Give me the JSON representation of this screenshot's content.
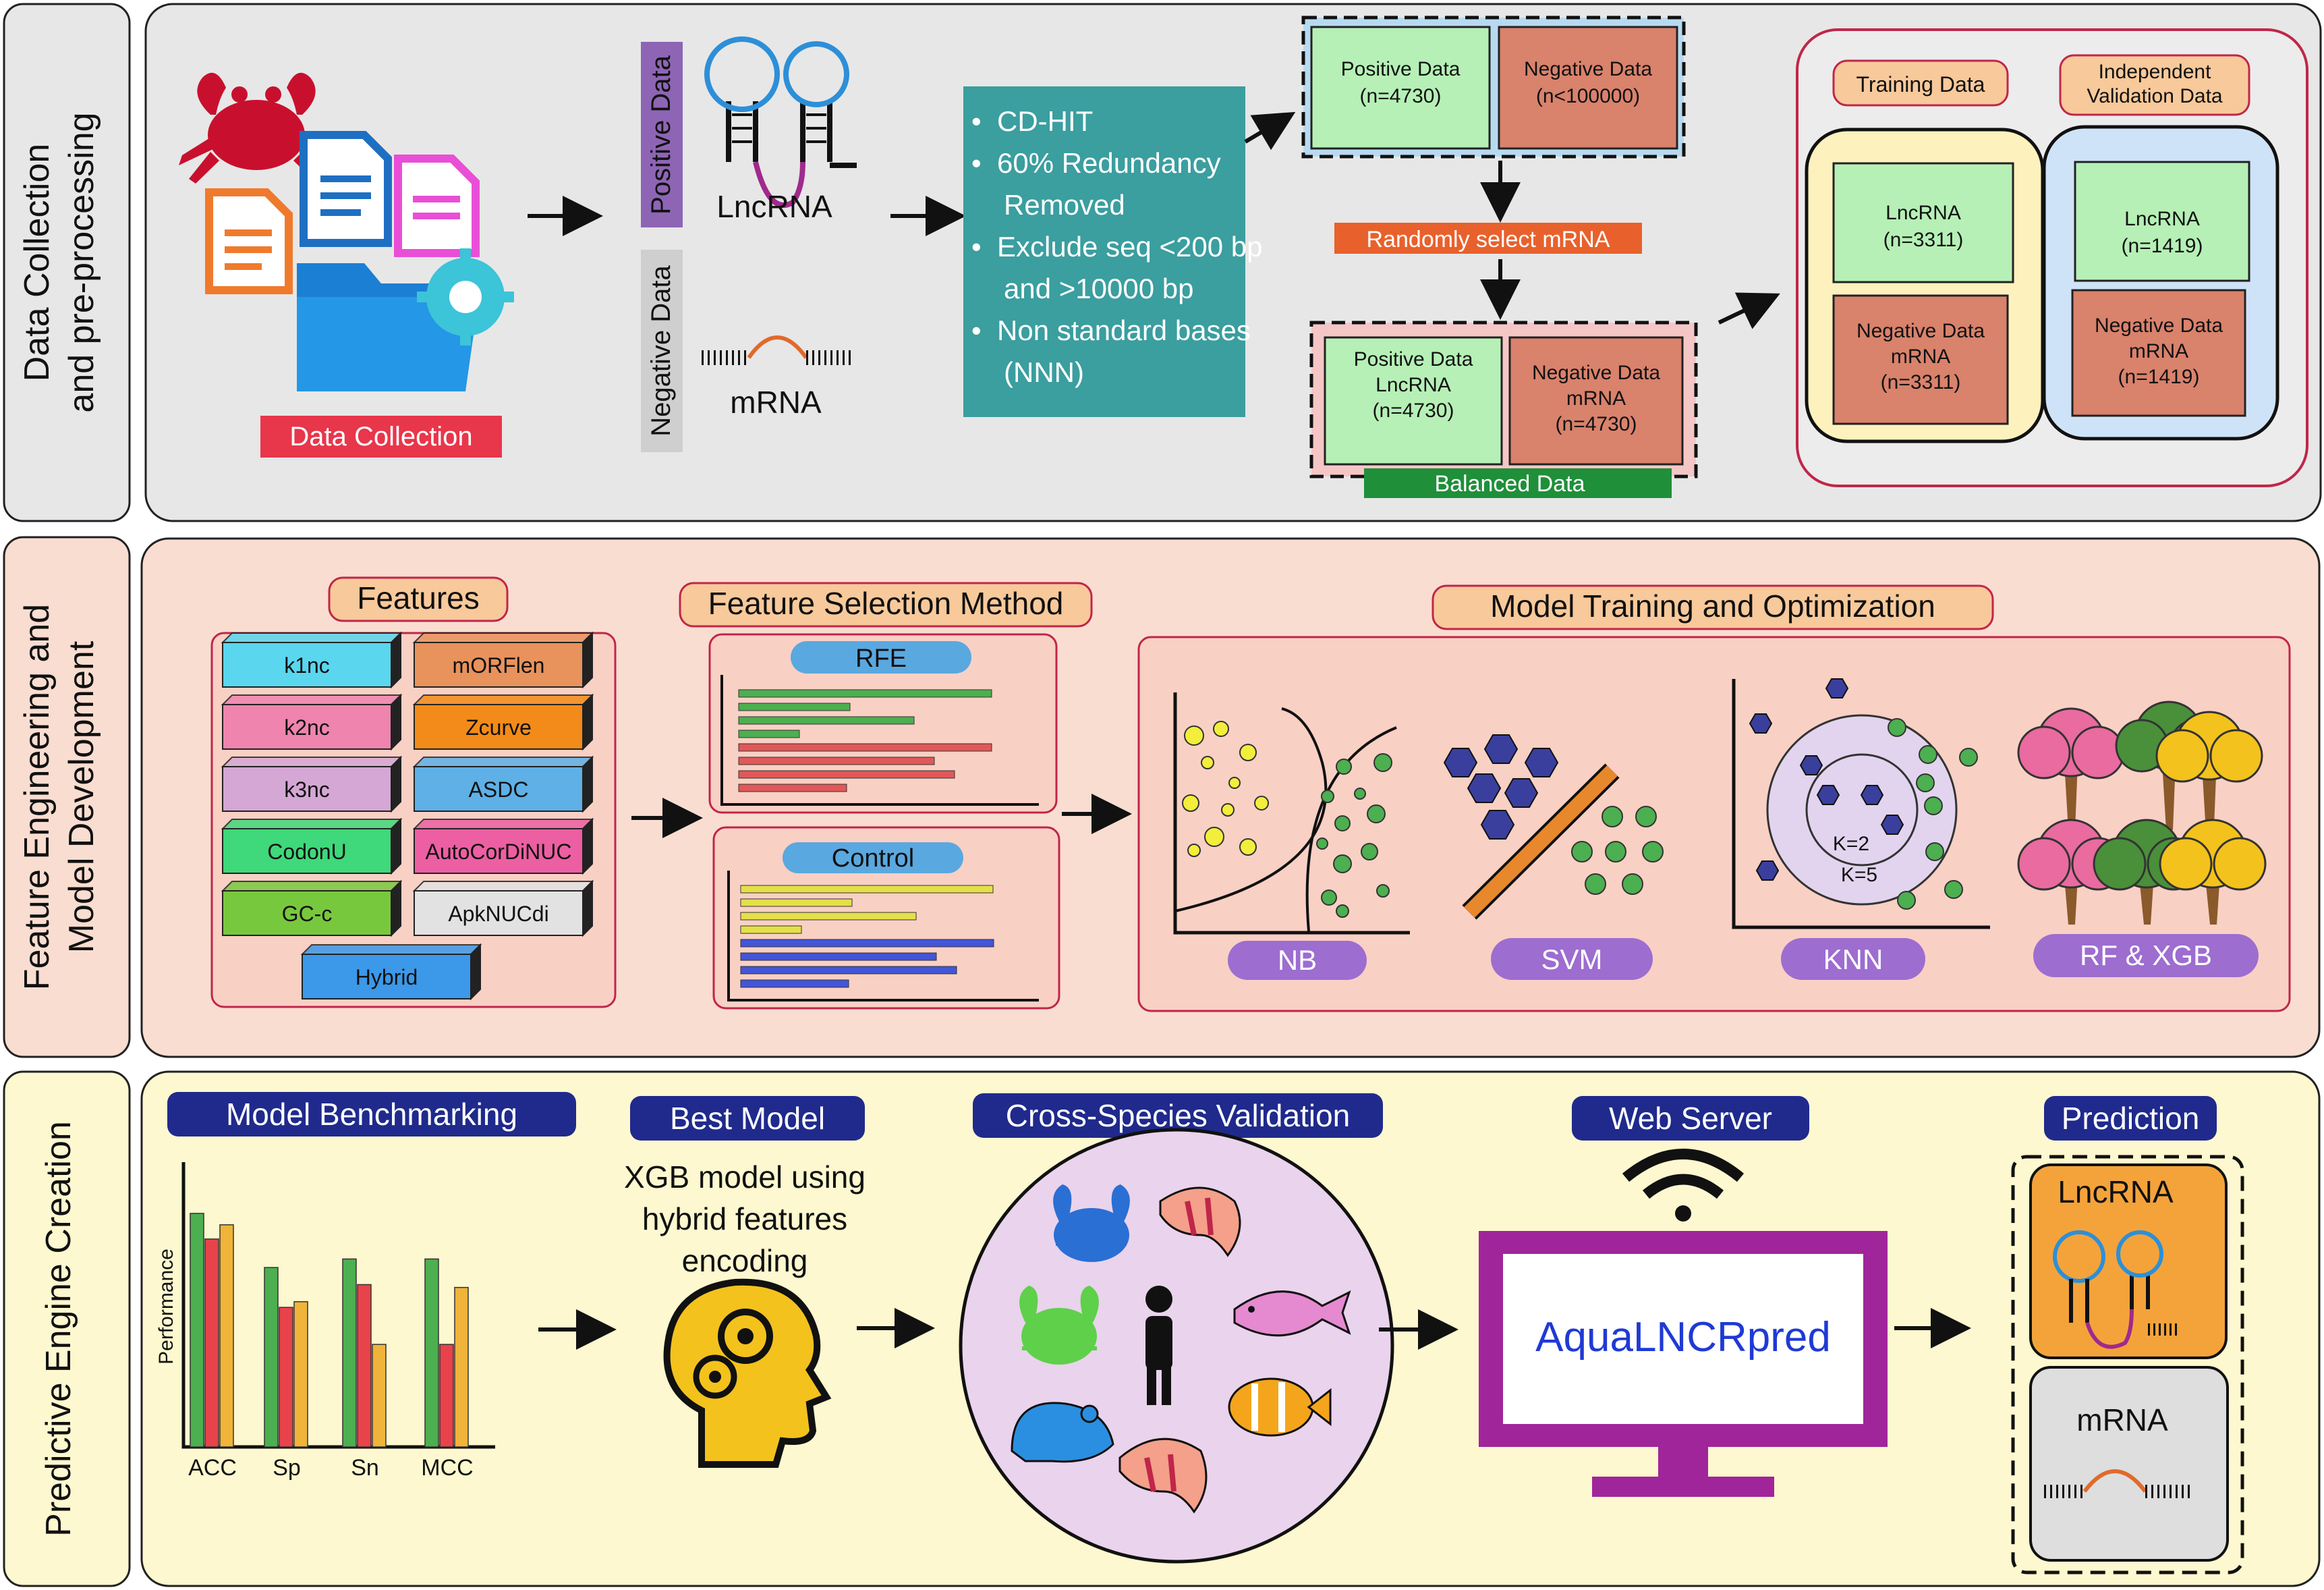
{
  "colors": {
    "panel1": "#e7e7e7",
    "panel2": "#f9ddd0",
    "panel3": "#fdf8cf",
    "teal": "#3b9e9f",
    "posGreen": "#b6f0b6",
    "negSalmon": "#d9826c",
    "navy": "#1f2a8c",
    "purple": "#9d6dd0",
    "magenta": "#a0259a"
  },
  "sections": {
    "s1": "Data Collection",
    "s1b": "and pre-processing",
    "s2": "Feature Engineering and",
    "s2b": "Model Development",
    "s3": "Predictive Engine Creation"
  },
  "p1": {
    "data_collection": "Data Collection",
    "positive_data": "Positive Data",
    "lncrna": "LncRNA",
    "negative_data": "Negative Data",
    "mrna": "mRNA",
    "steps": [
      "CD-HIT",
      "60% Redundancy",
      "Removed",
      "Exclude seq <200 bp",
      "and >10000 bp",
      "Non standard bases",
      "(NNN)"
    ],
    "pos_box": [
      "Positive Data",
      "(n=4730)"
    ],
    "neg_box": [
      "Negative Data",
      "(n<100000)"
    ],
    "randomly": "Randomly select mRNA",
    "bal_pos": [
      "Positive Data",
      "LncRNA",
      "(n=4730)"
    ],
    "bal_neg": [
      "Negative Data",
      "mRNA",
      "(n=4730)"
    ],
    "balanced": "Balanced Data",
    "training": "Training Data",
    "independent": [
      "Independent",
      "Validation Data"
    ],
    "train_lnc": [
      "LncRNA",
      "(n=3311)"
    ],
    "train_neg": [
      "Negative Data",
      "mRNA",
      "(n=3311)"
    ],
    "val_lnc": [
      "LncRNA",
      "(n=1419)"
    ],
    "val_neg": [
      "Negative Data",
      "mRNA",
      "(n=1419)"
    ]
  },
  "p2": {
    "features_title": "Features",
    "features": [
      {
        "label": "k1nc",
        "color": "#5ad6ef"
      },
      {
        "label": "mORFlen",
        "color": "#e8925c"
      },
      {
        "label": "k2nc",
        "color": "#ef84ae"
      },
      {
        "label": "Zcurve",
        "color": "#f38b1a"
      },
      {
        "label": "k3nc",
        "color": "#d4a7d4"
      },
      {
        "label": "ASDC",
        "color": "#5fb0e6"
      },
      {
        "label": "CodonU",
        "color": "#3fd87a"
      },
      {
        "label": "AutoCorDiNUC",
        "color": "#ec5fa2"
      },
      {
        "label": "GC-c",
        "color": "#78c83e"
      },
      {
        "label": "ApkNUCdi",
        "color": "#e2e2e2"
      },
      {
        "label": "Hybrid",
        "color": "#3c98e8"
      }
    ],
    "fsm_title": "Feature Selection Method",
    "rfe": "RFE",
    "control": "Control",
    "mto_title": "Model Training and Optimization",
    "models": [
      "NB",
      "SVM",
      "KNN",
      "RF & XGB"
    ],
    "k2": "K=2",
    "k5": "K=5"
  },
  "p3": {
    "benchmark_title": "Model Benchmarking",
    "performance": "Performance",
    "metrics": [
      "ACC",
      "Sp",
      "Sn",
      "MCC"
    ],
    "best_model_title": "Best Model",
    "best_model_text": [
      "XGB model using",
      "hybrid features",
      "encoding"
    ],
    "cross_species_title": "Cross-Species Validation",
    "web_server_title": "Web Server",
    "server_name": "AquaLNCRpred",
    "prediction_title": "Prediction",
    "pred_lnc": "LncRNA",
    "pred_mrna": "mRNA"
  },
  "chart_data": {
    "type": "bar",
    "categories": [
      "ACC",
      "Sp",
      "Sn",
      "MCC"
    ],
    "ylabel": "Performance",
    "series": [
      {
        "values": [
          0.82,
          0.63,
          0.66,
          0.66
        ],
        "color": "#4caf50"
      },
      {
        "values": [
          0.73,
          0.49,
          0.57,
          0.36
        ],
        "color": "#e8434a"
      },
      {
        "values": [
          0.78,
          0.51,
          0.36,
          0.56
        ],
        "color": "#f0b43a"
      }
    ],
    "ylim": [
      0,
      1
    ]
  }
}
